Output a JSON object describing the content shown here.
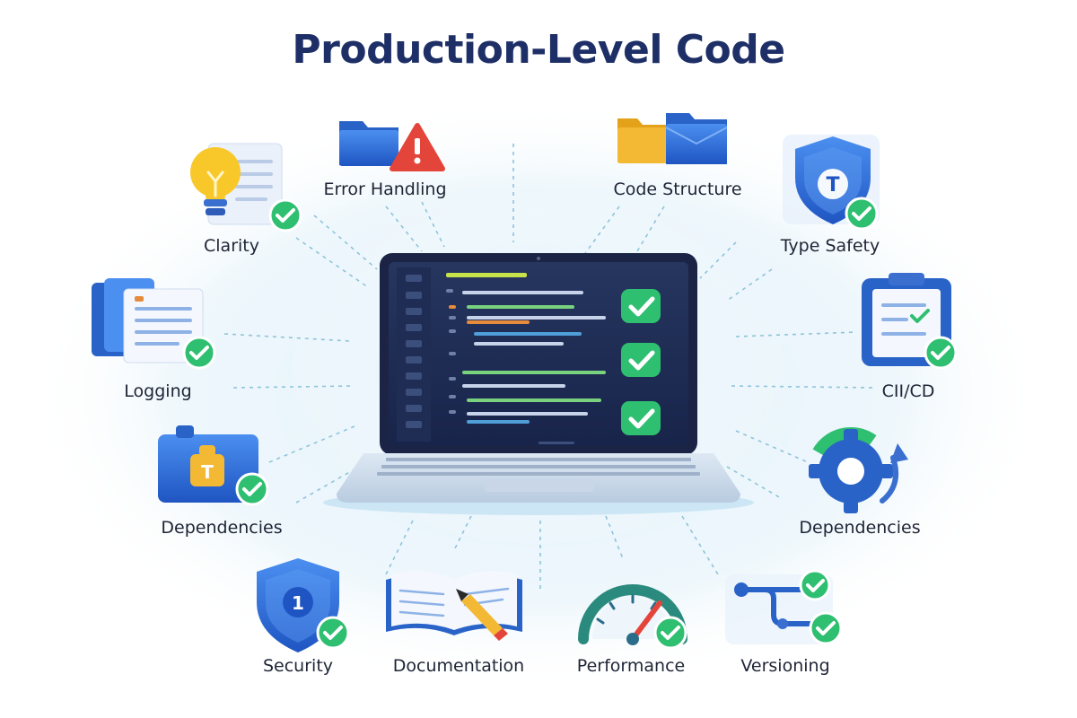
{
  "title": "Production-Level Code",
  "items": [
    {
      "id": "clarity",
      "label": "Clarity",
      "icon": "lightbulb-icon"
    },
    {
      "id": "error-handling",
      "label": "Error Handling",
      "icon": "folder-warning-icon"
    },
    {
      "id": "code-structure",
      "label": "Code Structure",
      "icon": "folders-icon"
    },
    {
      "id": "type-safety",
      "label": "Type Safety",
      "icon": "shield-t-icon"
    },
    {
      "id": "logging",
      "label": "Logging",
      "icon": "documents-icon"
    },
    {
      "id": "ci-cd",
      "label": "CII/CD",
      "icon": "clipboard-icon"
    },
    {
      "id": "dependencies-left",
      "label": "Dependencies",
      "icon": "package-icon"
    },
    {
      "id": "dependencies-right",
      "label": "Dependencies",
      "icon": "refresh-gear-icon"
    },
    {
      "id": "security",
      "label": "Security",
      "icon": "shield-1-icon"
    },
    {
      "id": "documentation",
      "label": "Documentation",
      "icon": "open-book-icon"
    },
    {
      "id": "performance",
      "label": "Performance",
      "icon": "gauge-icon"
    },
    {
      "id": "versioning",
      "label": "Versioning",
      "icon": "branches-icon"
    }
  ],
  "colors": {
    "title": "#1d2f66",
    "accent_blue": "#2f6fd6",
    "check_green": "#2fbf71",
    "screen": "#1c2a4f",
    "glow": "#d9ecf7"
  }
}
